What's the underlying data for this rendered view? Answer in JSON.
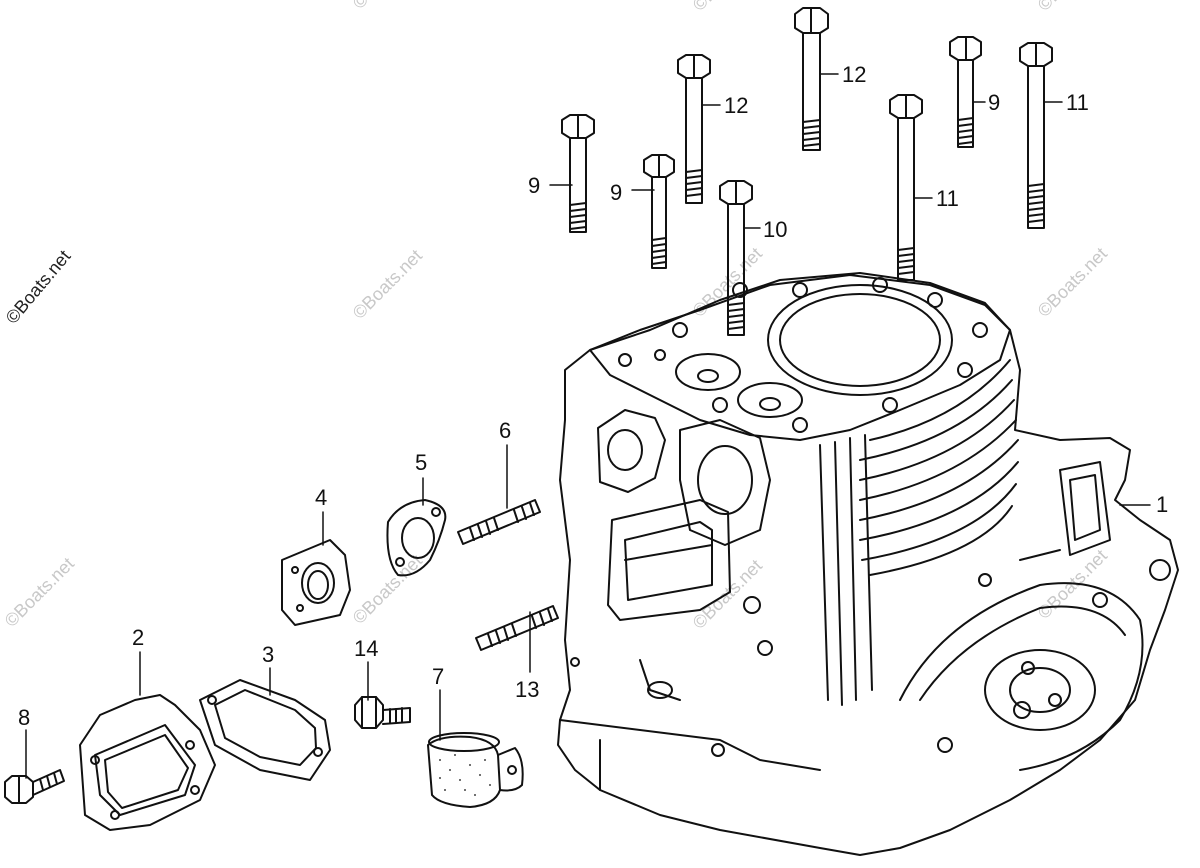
{
  "watermark": "©Boats.net",
  "callouts": {
    "c1": "1",
    "c2": "2",
    "c3": "3",
    "c4": "4",
    "c5": "5",
    "c6": "6",
    "c7": "7",
    "c8": "8",
    "c9a": "9",
    "c9b": "9",
    "c9c": "9",
    "c10": "10",
    "c11a": "11",
    "c11b": "11",
    "c12a": "12",
    "c12b": "12",
    "c13": "13",
    "c14": "14"
  },
  "colors": {
    "line": "#111111",
    "background": "#ffffff",
    "watermark": "#c8c8c8"
  }
}
